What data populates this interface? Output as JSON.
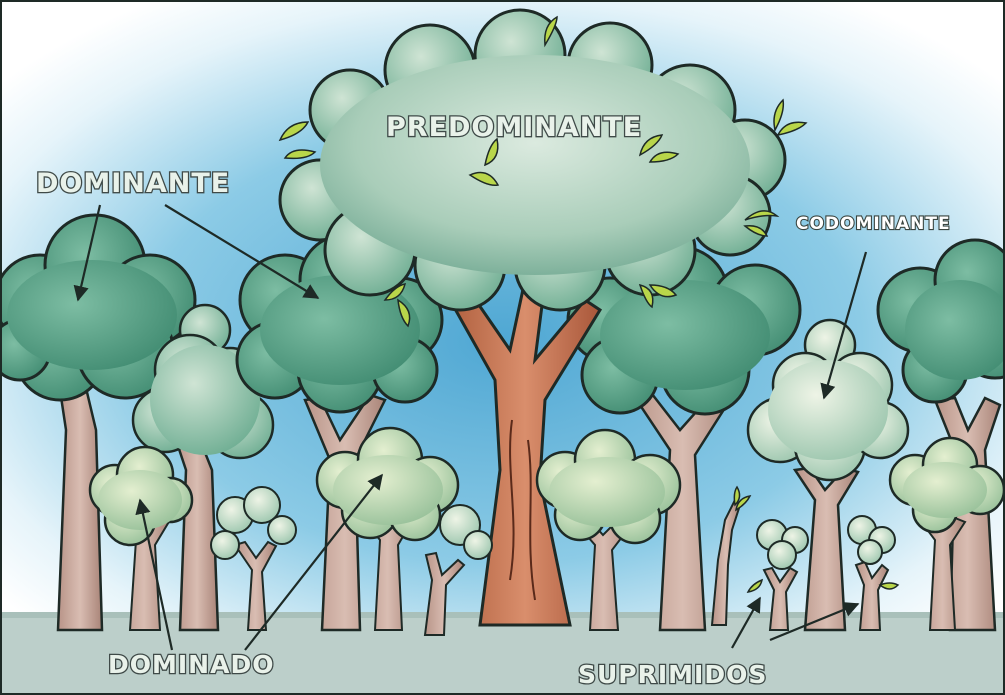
{
  "labels": {
    "predominante": "PREDOMINANTE",
    "dominante": "DOMINANTE",
    "codominante": "CODOMINANTE",
    "dominado": "DOMINADO",
    "suprimidos": "SUPRIMIDOS"
  },
  "colors": {
    "sky": "#6fb6d9",
    "ground": "#b8cfca",
    "trunk": "#c9a89c",
    "main_trunk": "#c8785c",
    "canopy_dark": "#4f9a80",
    "canopy_mid": "#8fc0a8",
    "canopy_light": "#c8dfca",
    "leaf": "#b9d64a",
    "outline": "#1e2a26"
  }
}
